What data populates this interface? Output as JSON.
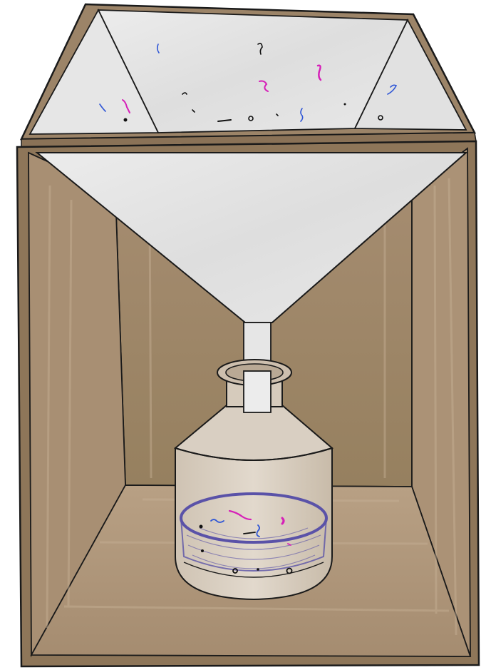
{
  "colors": {
    "background": "#ffffff",
    "box_wall": "#a38a6e",
    "box_wall_light": "#c2aa8e",
    "box_wall_dark": "#8c7358",
    "box_floor": "#b59c80",
    "outline": "#1a1a1a",
    "funnel_paper": "#e3e3e3",
    "funnel_paper_shade": "#d2d2d2",
    "jar_glass": "#d9cfc2",
    "dish_rim": "#5a52a8",
    "particle_black": "#111111",
    "particle_blue": "#2f56d6",
    "particle_magenta": "#d61fb8"
  },
  "icons": {
    "container": "wooden-box-icon",
    "funnel": "paper-funnel-icon",
    "collector": "glass-jar-icon",
    "sample_dish": "petri-dish-icon",
    "debris": "particle-icon"
  },
  "particles": {
    "top_tray_count": 18,
    "dish_count": 10,
    "colors_present": [
      "black",
      "blue",
      "magenta"
    ]
  }
}
